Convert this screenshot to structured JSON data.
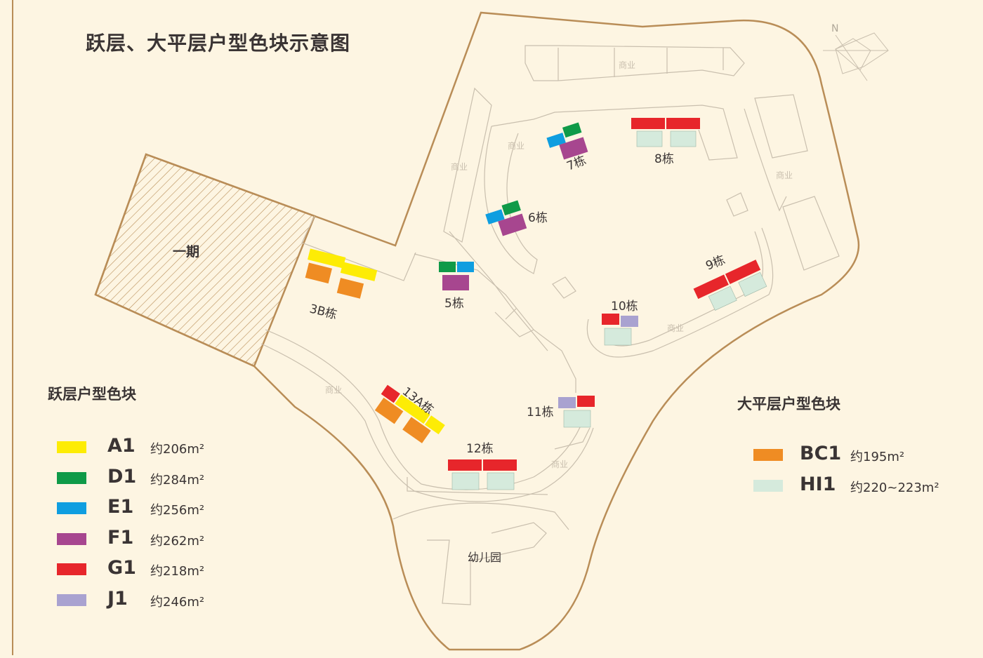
{
  "title": "跃层、大平层户型色块示意图",
  "compass": {
    "north_label": "N"
  },
  "map_labels": {
    "phase_one": "一期",
    "kindergarten": "幼儿园",
    "commercial": "商业",
    "buildings": {
      "b3b": "3B栋",
      "b5": "5栋",
      "b6": "6栋",
      "b7": "7栋",
      "b8": "8栋",
      "b9": "9栋",
      "b10": "10栋",
      "b11": "11栋",
      "b12": "12栋",
      "b13a": "13A栋"
    }
  },
  "duplex_legend": {
    "title": "跃层户型色块",
    "items": [
      {
        "code": "A1",
        "area": "约206m²",
        "color": "#fdec05"
      },
      {
        "code": "D1",
        "area": "约284m²",
        "color": "#0f9a48"
      },
      {
        "code": "E1",
        "area": "约256m²",
        "color": "#0f9ee0"
      },
      {
        "code": "F1",
        "area": "约262m²",
        "color": "#a7468f"
      },
      {
        "code": "G1",
        "area": "约218m²",
        "color": "#e7262b"
      },
      {
        "code": "J1",
        "area": "约246m²",
        "color": "#a9a2d0"
      }
    ]
  },
  "flat_legend": {
    "title": "大平层户型色块",
    "items": [
      {
        "code": "BC1",
        "area": "约195m²",
        "color": "#ef8c23"
      },
      {
        "code": "HI1",
        "area": "约220~223m²",
        "color": "#d5eadc"
      }
    ]
  },
  "colors": {
    "background": "#fdf5e2",
    "boundary": "#b98d57",
    "inner_line": "#c9bfae",
    "label_text": "#3a3434"
  }
}
